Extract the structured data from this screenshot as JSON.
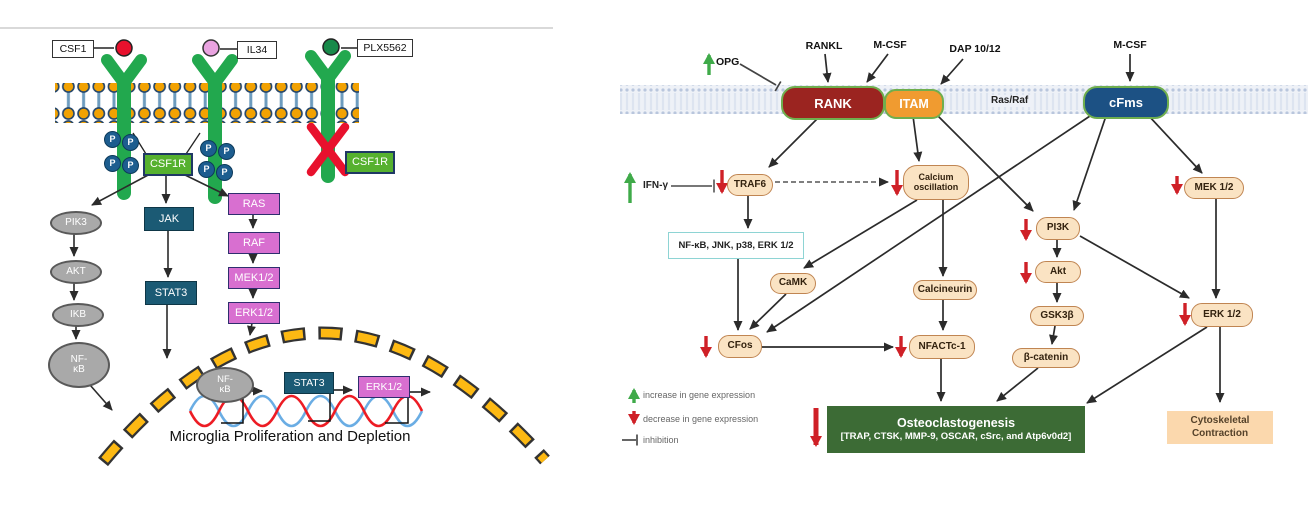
{
  "left_diagram": {
    "ligand_labels": {
      "csf1": "CSF1",
      "il34": "IL34",
      "plx5562": "PLX5562"
    },
    "receptor_label": "CSF1R",
    "phospho": "P",
    "nodes": {
      "pik3": "PIK3",
      "akt": "AKT",
      "ikb": "IKB",
      "nfkb": "NF-κB",
      "jak": "JAK",
      "stat3": "STAT3",
      "ras": "RAS",
      "raf": "RAF",
      "mek12": "MEK1/2",
      "erk12": "ERK1/2"
    },
    "caption": "Microglia Proliferation and Depletion"
  },
  "right_diagram": {
    "stimuli": {
      "opg": "OPG",
      "rankl": "RANKL",
      "mcsf": "M-CSF",
      "dap": "DAP 10/12",
      "ifng": "IFN-γ"
    },
    "receptors": {
      "rank": "RANK",
      "itam": "ITAM",
      "cfms": "cFms",
      "rasraf": "Ras/Raf"
    },
    "nodes": {
      "traf6": "TRAF6",
      "calcium": "Calcium oscillation",
      "nfkb_jnk": "NF-κB, JNK, p38, ERK 1/2",
      "camk": "CaMK",
      "calcineurin": "Calcineurin",
      "cfos": "CFos",
      "nfactc1": "NFACTc-1",
      "pi3k": "PI3K",
      "akt": "Akt",
      "gsk3b": "GSK3β",
      "bcatenin": "β-catenin",
      "mek12": "MEK 1/2",
      "erk12": "ERK 1/2"
    },
    "outcomes": {
      "osteoclastogenesis": "Osteoclastogenesis",
      "osteo_genes": "[TRAP, CTSK, MMP-9, OSCAR, cSrc, and Atp6v0d2]",
      "cytoskeletal": "Cytoskeletal Contraction"
    },
    "legend": {
      "increase": "increase in gene expression",
      "decrease": "decrease in gene expression",
      "inhibition": "inhibition"
    }
  },
  "colors": {
    "receptor_green": "#22a84e",
    "lipid_head_yellow": "#f2a202",
    "csf1r_green": "#56b12f",
    "teal": "#1b5a74",
    "pink": "#d86fd0",
    "nucleus_yellow": "#fdb913",
    "rank_red": "#9b2420",
    "itam_orange": "#f09b30",
    "cfms_blue": "#1c5184",
    "tan_node": "#fae3c3",
    "osteo_green": "#3c6b35",
    "increase_green": "#3faa49",
    "decrease_red": "#cf2027"
  }
}
